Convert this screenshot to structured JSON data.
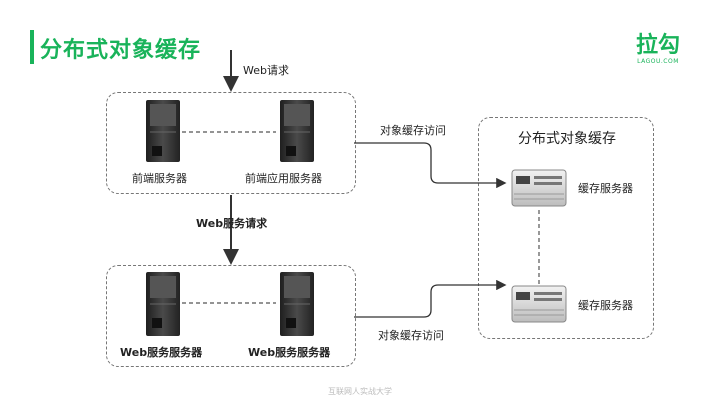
{
  "header": {
    "title": "分布式对象缓存",
    "logo_main": "拉勾",
    "logo_sub": "LAGOU.COM"
  },
  "diagram": {
    "web_request": "Web请求",
    "web_service_request": "Web服务请求",
    "frontend_server": "前端服务器",
    "frontend_app_server": "前端应用服务器",
    "web_service_server_1": "Web服务服务器",
    "web_service_server_2": "Web服务服务器",
    "cache_access_top": "对象缓存访问",
    "cache_access_bottom": "对象缓存访问",
    "cache_group_title": "分布式对象缓存",
    "cache_server_1": "缓存服务器",
    "cache_server_2": "缓存服务器"
  },
  "footer": {
    "watermark": "互联网人实战大学"
  },
  "colors": {
    "accent": "#19b35a",
    "server_dark": "#333333",
    "dashed_border": "#777777"
  }
}
